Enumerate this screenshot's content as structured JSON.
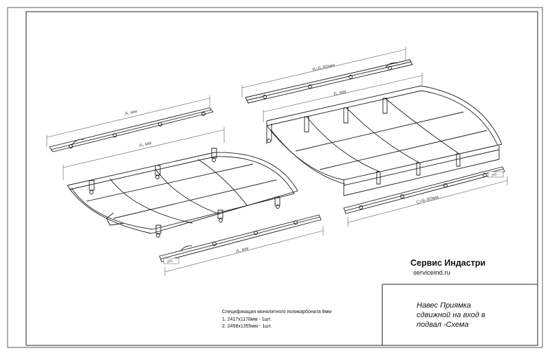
{
  "labels": {
    "dim_a_top": "А, мм",
    "dim_a_frame": "А, мм",
    "dim_a_bottom": "А, мм",
    "dim_b_minus": "В=Б-80мм",
    "dim_b": "Б, мм",
    "dim_c": "С=Б-80мм",
    "rail_mark_left": "300",
    "rail_mark_right": "300"
  },
  "company": {
    "name": "Сервис Индастри",
    "site": "serviceind.ru"
  },
  "spec": {
    "title": "Спецификация монолитного поликарбоната 8мм",
    "items": [
      "1. 2417x1178мм - 1шт.",
      "2. 2458x1355мм - 1шт."
    ]
  },
  "title_block": {
    "lines": [
      "Навес Приямка",
      "сдвижной на вход в",
      "подвал -Схема"
    ]
  },
  "colors": {
    "line": "#1a1a1a",
    "dim": "#555555",
    "fill": "#ffffff"
  }
}
